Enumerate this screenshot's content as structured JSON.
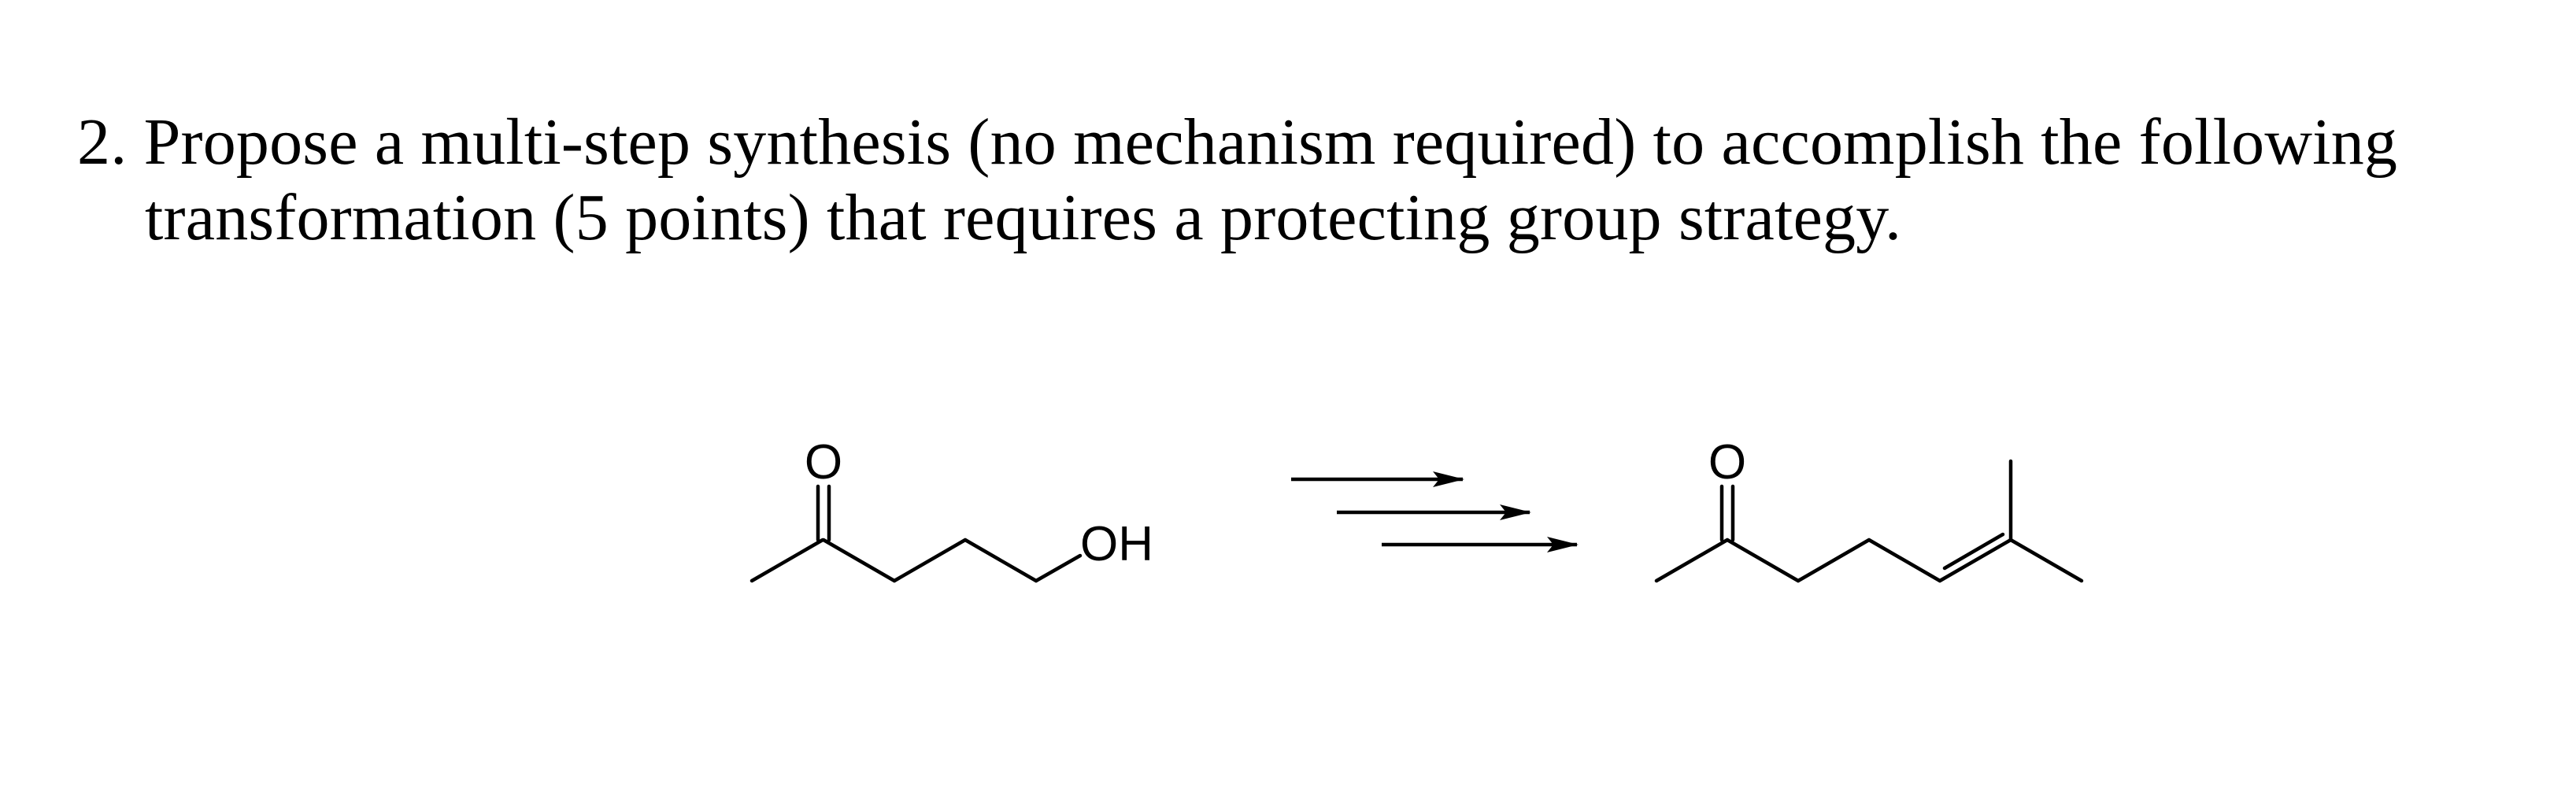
{
  "question": {
    "number": "2.",
    "line1": "Propose a multi-step synthesis (no mechanism required) to accomplish the following",
    "line2": "transformation (5 points) that requires a protecting group strategy."
  },
  "scheme": {
    "starting_material": {
      "oxygen_label": "O",
      "hydroxyl_label": "OH"
    },
    "arrows": {
      "count": 3
    },
    "product": {
      "oxygen_label": "O"
    }
  }
}
